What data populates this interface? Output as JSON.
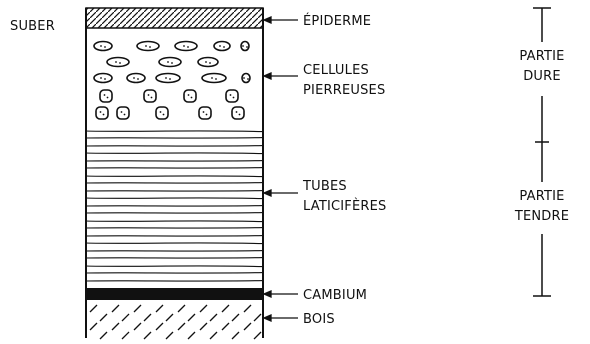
{
  "section_title": "SUBER",
  "layers": {
    "epiderme": "ÉPIDERME",
    "cellules": [
      "CELLULES",
      "PIERREUSES"
    ],
    "tubes": [
      "TUBES",
      "LATICIFÈRES"
    ],
    "cambium": "CAMBIUM",
    "bois": "BOIS"
  },
  "zones": {
    "dure": [
      "PARTIE",
      "DURE"
    ],
    "tendre": [
      "PARTIE",
      "TENDRE"
    ]
  }
}
